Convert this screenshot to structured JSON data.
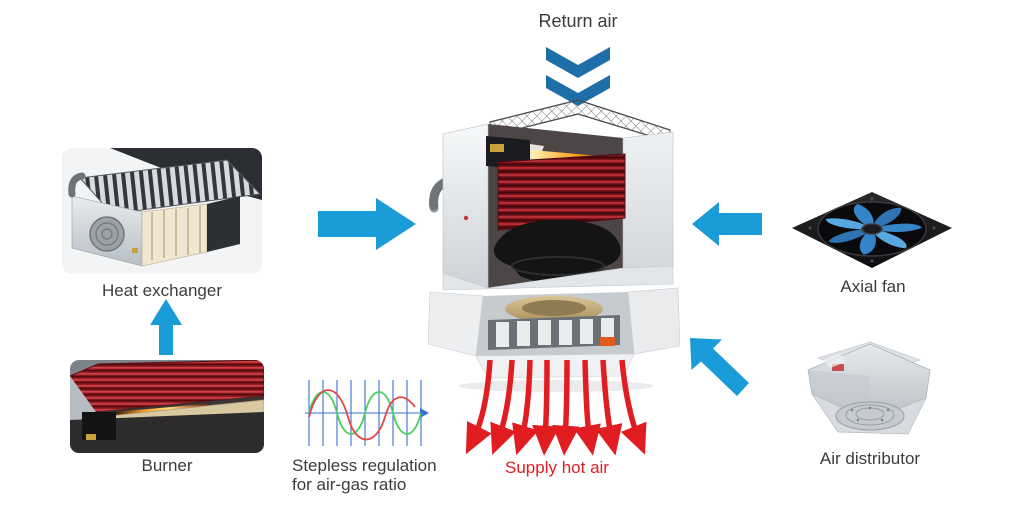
{
  "diagram": {
    "background": "#ffffff",
    "labels": {
      "return_air": "Return air",
      "heat_exchanger": "Heat exchanger",
      "burner": "Burner",
      "stepless_regulation_line1": "Stepless regulation",
      "stepless_regulation_line2": "for air-gas ratio",
      "supply_hot_air": "Supply hot air",
      "axial_fan": "Axial fan",
      "air_distributor": "Air distributor"
    },
    "colors": {
      "flow_arrow_blue": "#1a9cd8",
      "return_chevron_blue": "#1e6fa7",
      "hot_air_red": "#e21d22",
      "label_text": "#3c3c3c",
      "wave_grid_blue": "#3a6fd8",
      "wave_green": "#48d05f",
      "wave_red": "#e04848",
      "background": "#ffffff"
    },
    "icons": {
      "return_flow": "double-chevron-down",
      "heat_exchanger_to_unit": "arrow-right",
      "burner_to_heat_exchanger": "arrow-up",
      "axial_fan_to_unit": "arrow-left",
      "air_distributor_to_unit": "arrow-up-left",
      "supply_air_flow": "fanned-curved-arrows-down"
    },
    "supply_arrow_count": 8,
    "waveform": {
      "description": "sine waves on vertical grid with horizontal axis arrow",
      "grid_color": "#3a6fd8",
      "series_colors": [
        "#48d05f",
        "#e04848"
      ]
    },
    "images": [
      "heating-unit-cutaway",
      "heat-exchanger-render",
      "burner-render",
      "axial-fan-render",
      "air-distributor-render"
    ]
  }
}
